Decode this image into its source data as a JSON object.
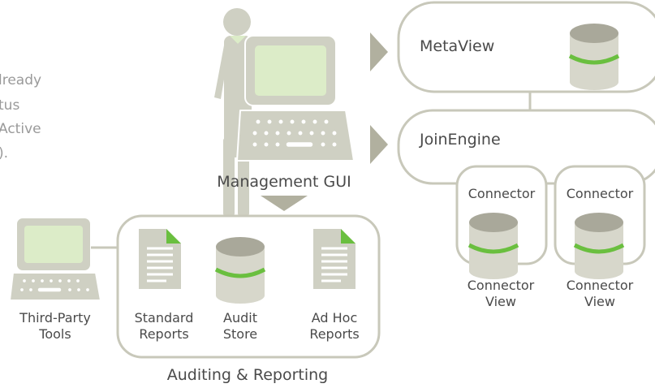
{
  "colors": {
    "outline": "#c8c8ba",
    "arrow": "#b1b09f",
    "text": "#4a4a4a",
    "faded_text": "#9a9a9a",
    "screen": "#dcecc8",
    "accent_green": "#6abf3f",
    "disk_top": "#a9a89a",
    "disk_body": "#d7d7cb",
    "device_body": "#cfd0c3"
  },
  "intro_fragments": [
    "lready",
    "tus",
    "Active",
    ")."
  ],
  "management": {
    "label": "Management GUI"
  },
  "metaview": {
    "label": "MetaView"
  },
  "joinengine": {
    "label": "JoinEngine"
  },
  "connectors": [
    {
      "label": "Connector",
      "view_label": [
        "Connector",
        "View"
      ]
    },
    {
      "label": "Connector",
      "view_label": [
        "Connector",
        "View"
      ]
    }
  ],
  "third_party": {
    "label": [
      "Third-Party",
      "Tools"
    ]
  },
  "auditing": {
    "title": "Auditing & Reporting",
    "standard_reports": [
      "Standard",
      "Reports"
    ],
    "audit_store": [
      "Audit",
      "Store"
    ],
    "adhoc_reports": [
      "Ad Hoc",
      "Reports"
    ]
  }
}
